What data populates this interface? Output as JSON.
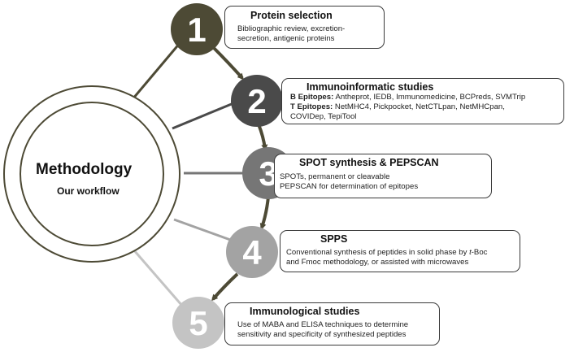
{
  "center": {
    "title": "Methodology",
    "subtitle": "Our workflow"
  },
  "steps": [
    {
      "number": "1",
      "title": "Protein selection",
      "color": "#4d4a35",
      "lines": [
        "Bibliographic review, excretion-",
        "secretion, antigenic proteins"
      ]
    },
    {
      "number": "2",
      "title": "Immunoinformatic studies",
      "color": "#4a4a4a",
      "b_label": "B Epitopes:",
      "b_text": " Antheprot, IEDB, Immunomedicine, BCPreds, SVMTrip",
      "t_label": "T Epitopes:",
      "t_text": " NetMHC4, Pickpocket, NetCTLpan, NetMHCpan,",
      "t_text2": "COVIDep, TepiTool"
    },
    {
      "number": "3",
      "title": "SPOT synthesis & PEPSCAN",
      "color": "#767676",
      "lines": [
        "SPOTs, permanent or cleavable",
        "PEPSCAN for determination of epitopes"
      ]
    },
    {
      "number": "4",
      "title": "SPPS",
      "color": "#a3a3a3",
      "line1_pre": "Conventional synthesis of peptides in solid phase by ",
      "line1_italic": "t",
      "line1_post": "-Boc",
      "line2": "and Fmoc methodology, or assisted with microwaves"
    },
    {
      "number": "5",
      "title": "Immunological studies",
      "color": "#c4c4c4",
      "lines": [
        "Use of MABA and ELISA techniques to determine",
        "sensitivity and specificity of synthesized peptides"
      ]
    }
  ],
  "colors": {
    "arrow": "#4d4a35",
    "box_border": "#3a3a3a"
  }
}
